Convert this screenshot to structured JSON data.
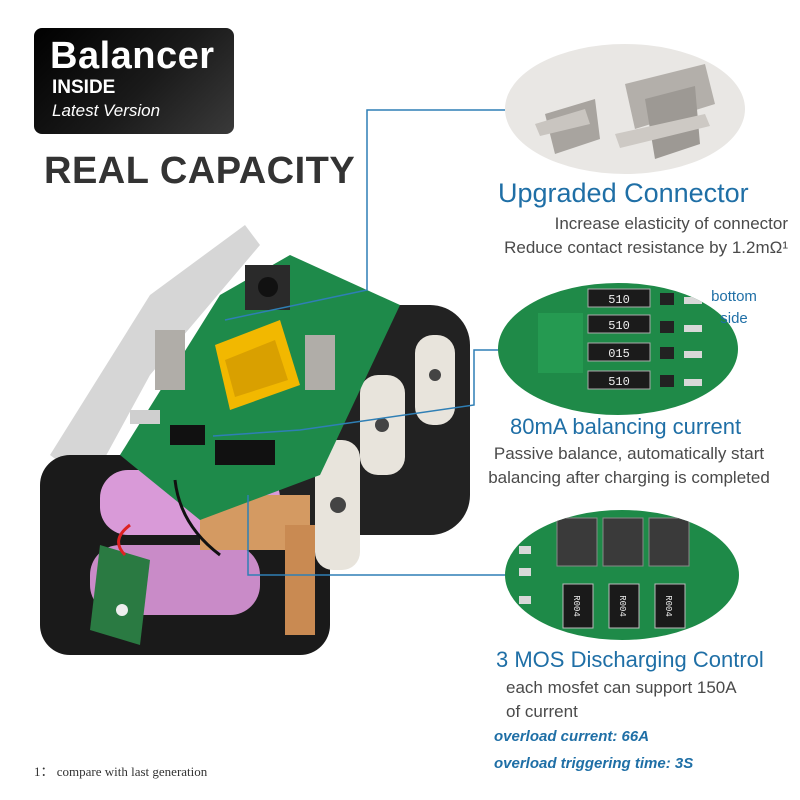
{
  "badge": {
    "title": "Balancer",
    "subtitle": "INSIDE",
    "version": "Latest Version"
  },
  "headline": "REAL CAPACITY",
  "features": {
    "connector": {
      "title": "Upgraded Connector",
      "line1": "Increase elasticity of connector",
      "line2": "Reduce contact resistance by 1.2mΩ¹"
    },
    "balancing": {
      "bottom_label_1": "bottom",
      "bottom_label_2": "side",
      "resistor_label": "510",
      "resistor_alt_label": "015",
      "title": "80mA balancing current",
      "line1": "Passive balance, automatically start",
      "line2": "balancing after charging is completed"
    },
    "mos": {
      "title": "3 MOS Discharging Control",
      "line1": "each mosfet can support 150A",
      "line2": "of current",
      "bold1": "overload current: 66A",
      "bold2": "overload triggering time: 3S",
      "chip_label": "R004"
    }
  },
  "footnote": "1： compare with last generation",
  "colors": {
    "accent_blue": "#1f6fa6",
    "pcb_green": "#1e8a4a",
    "connector_yellow": "#f2b800",
    "cell_pink": "#d99ad8",
    "battery_black": "#1a1a1a"
  }
}
